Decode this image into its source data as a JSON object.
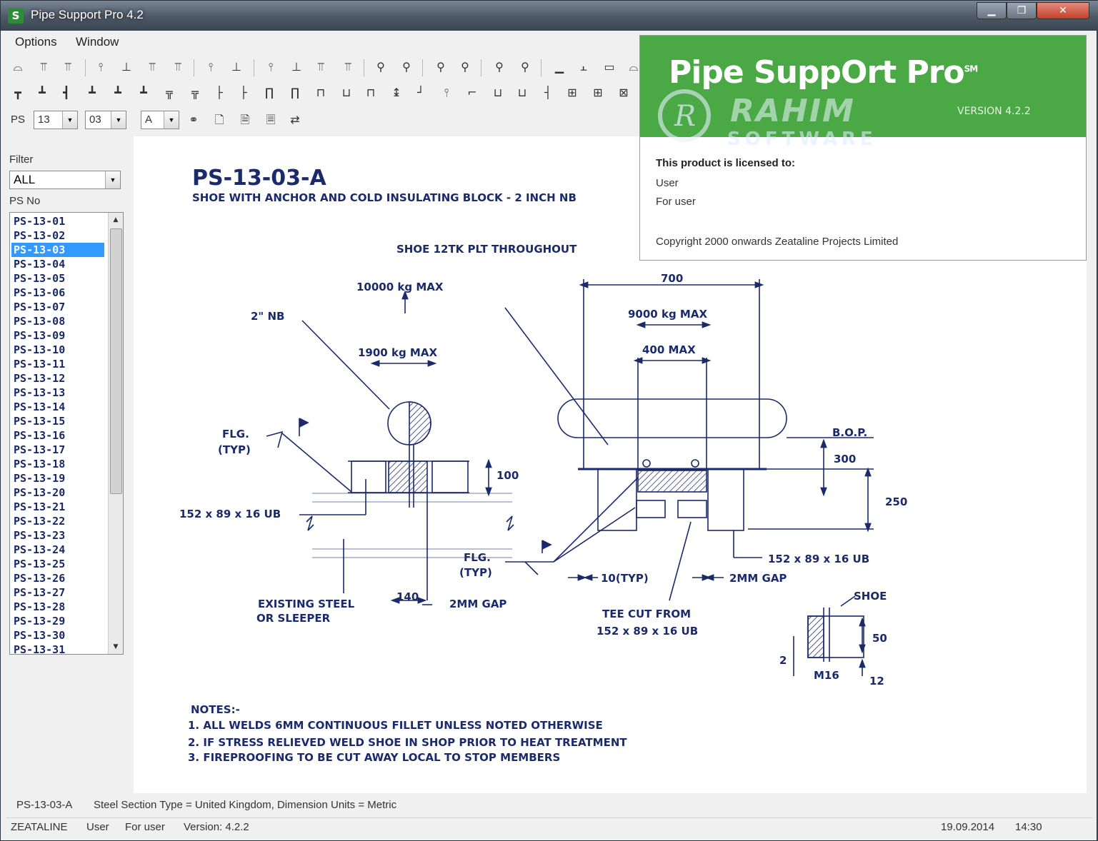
{
  "window": {
    "title": "Pipe Support Pro 4.2",
    "app_icon": "S",
    "controls": {
      "minimize": "▁",
      "maximize": "❐",
      "close": "✕"
    }
  },
  "menu": {
    "options": "Options",
    "window": "Window"
  },
  "toolbar": {
    "ps_label": "PS",
    "series": "13",
    "number": "03",
    "variant": "A"
  },
  "filter": {
    "label": "Filter",
    "value": "ALL",
    "ps_no_label": "PS No"
  },
  "ps_list": [
    "PS-13-01",
    "PS-13-02",
    "PS-13-03",
    "PS-13-04",
    "PS-13-05",
    "PS-13-06",
    "PS-13-07",
    "PS-13-08",
    "PS-13-09",
    "PS-13-10",
    "PS-13-11",
    "PS-13-12",
    "PS-13-13",
    "PS-13-14",
    "PS-13-15",
    "PS-13-16",
    "PS-13-17",
    "PS-13-18",
    "PS-13-19",
    "PS-13-20",
    "PS-13-21",
    "PS-13-22",
    "PS-13-23",
    "PS-13-24",
    "PS-13-25",
    "PS-13-26",
    "PS-13-27",
    "PS-13-28",
    "PS-13-29",
    "PS-13-30",
    "PS-13-31"
  ],
  "ps_selected_index": 2,
  "drawing": {
    "title": "PS-13-03-A",
    "subtitle": "SHOE WITH ANCHOR AND COLD INSULATING BLOCK - 2 INCH NB",
    "labels": {
      "shoe_plt": "SHOE 12TK PLT THROUGHOUT",
      "max10000": "10000 kg MAX",
      "nb2": "2\" NB",
      "max1900": "1900 kg MAX",
      "dim700": "700",
      "max9000": "9000 kg MAX",
      "max400": "400 MAX",
      "bop": "B.O.P.",
      "dim300": "300",
      "dim250": "250",
      "dim100": "100",
      "flg": "FLG.",
      "typ": "(TYP)",
      "ub_section": "152 x 89 x 16 UB",
      "existing_steel": "EXISTING STEEL",
      "or_sleeper": "OR SLEEPER",
      "dim140": "140",
      "gap2mm": "2MM GAP",
      "ten_typ": "10(TYP)",
      "tee_cut": "TEE CUT FROM",
      "shoe": "SHOE",
      "dim50": "50",
      "dim2": "2",
      "m16": "M16",
      "dim12": "12"
    },
    "notes": {
      "heading": "NOTES:-",
      "n1": "1. ALL WELDS 6MM CONTINUOUS FILLET UNLESS NOTED OTHERWISE",
      "n2": "2. IF STRESS RELIEVED WELD SHOE IN SHOP PRIOR TO HEAT TREATMENT",
      "n3": "3. FIREPROOFING TO BE CUT AWAY LOCAL TO STOP MEMBERS"
    }
  },
  "status": {
    "code": "PS-13-03-A",
    "info": "Steel Section Type = United Kingdom, Dimension Units = Metric",
    "company": "ZEATALINE",
    "user": "User",
    "for_user": "For user",
    "version": "Version: 4.2.2",
    "date": "19.09.2014",
    "time": "14:30"
  },
  "about": {
    "title": "Pipe Supp",
    "title_o": "O",
    "title_rest": "rt Pro",
    "title_sm": "SM",
    "version": "VERSION 4.2.2",
    "watermark1": "RAHIM",
    "watermark2": "SOFTWARE",
    "licensed_label": "This product is licensed to:",
    "user": "User",
    "for_user": "For user",
    "copyright": "Copyright 2000 onwards Zeataline Projects Limited"
  },
  "colors": {
    "accent_green": "#4aa845",
    "drawing_ink": "#1b2a6b",
    "selection": "#3399ff"
  }
}
